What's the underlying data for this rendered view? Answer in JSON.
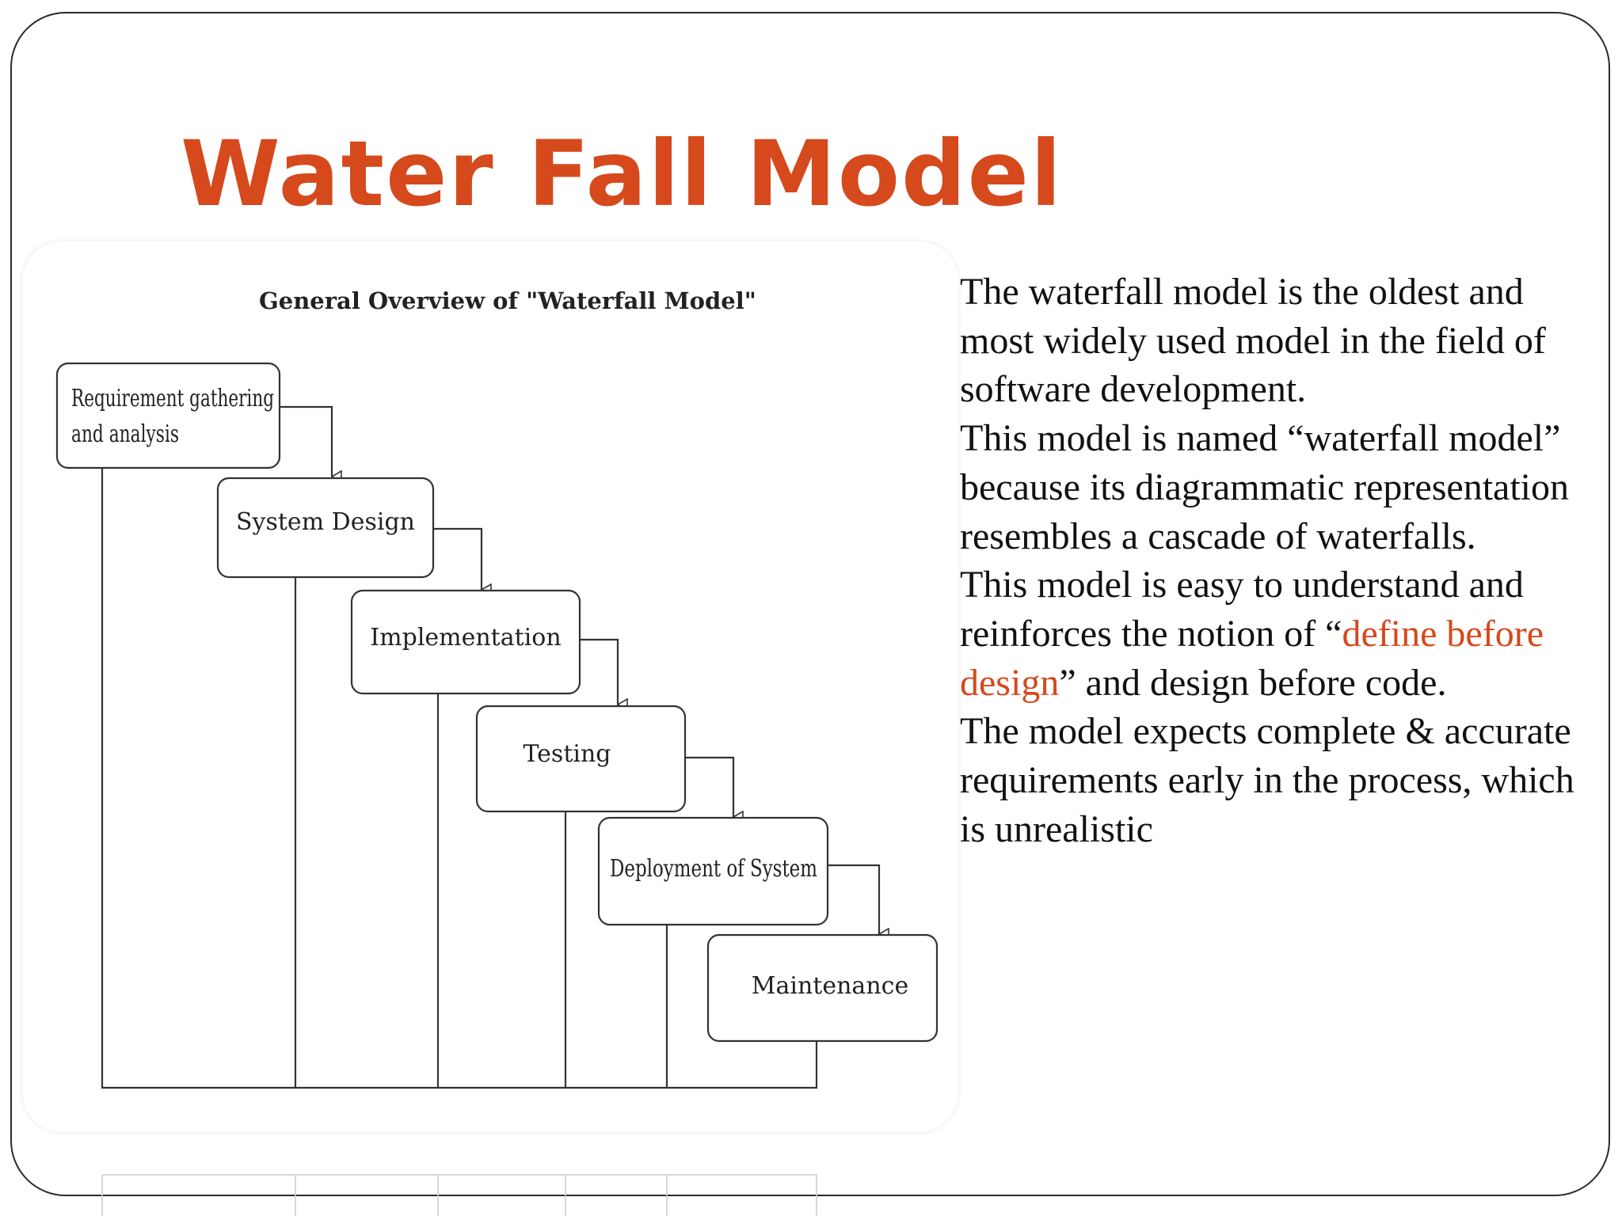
{
  "slide": {
    "title": "Water Fall Model"
  },
  "diagram": {
    "heading": "General Overview of \"Waterfall Model\"",
    "phases": [
      {
        "line1": "Requirement gathering",
        "line2": "and analysis"
      },
      {
        "line1": "System Design"
      },
      {
        "line1": "Implementation"
      },
      {
        "line1": "Testing"
      },
      {
        "line1": "Deployment of System"
      },
      {
        "line1": "Maintenance"
      }
    ]
  },
  "text": {
    "p1": "The waterfall model is the oldest and most widely used model in the field of software development.",
    "p2": "This model is named “waterfall model” because its diagrammatic representation resembles a cascade of waterfalls.",
    "p3_before": "This model is easy to understand and reinforces the notion of “",
    "p3_highlight": "define before design",
    "p3_after": "” and design before code.",
    "p4": "The model expects complete & accurate requirements early in the process, which is unrealistic"
  },
  "colors": {
    "accent": "#d5491c",
    "text": "#111111",
    "diagram_line": "#333333"
  }
}
